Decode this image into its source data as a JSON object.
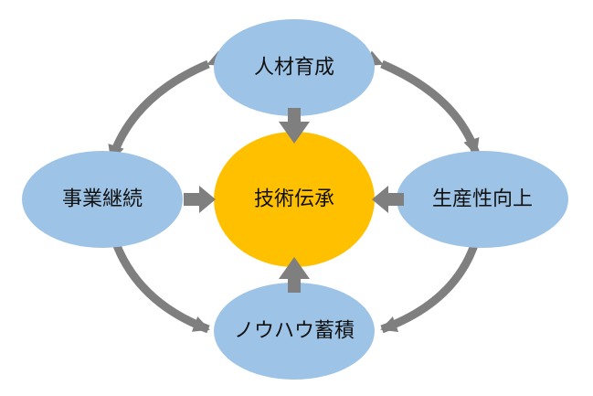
{
  "diagram": {
    "center": {
      "label": "技術伝承"
    },
    "nodes": {
      "top": {
        "label": "人材育成"
      },
      "left": {
        "label": "事業継続"
      },
      "right": {
        "label": "生産性向上"
      },
      "bottom": {
        "label": "ノウハウ蓄積"
      }
    },
    "colors": {
      "center_fill": "#FFC000",
      "outer_fill": "#9DC3E6",
      "arrow": "#7F7F7F"
    }
  }
}
